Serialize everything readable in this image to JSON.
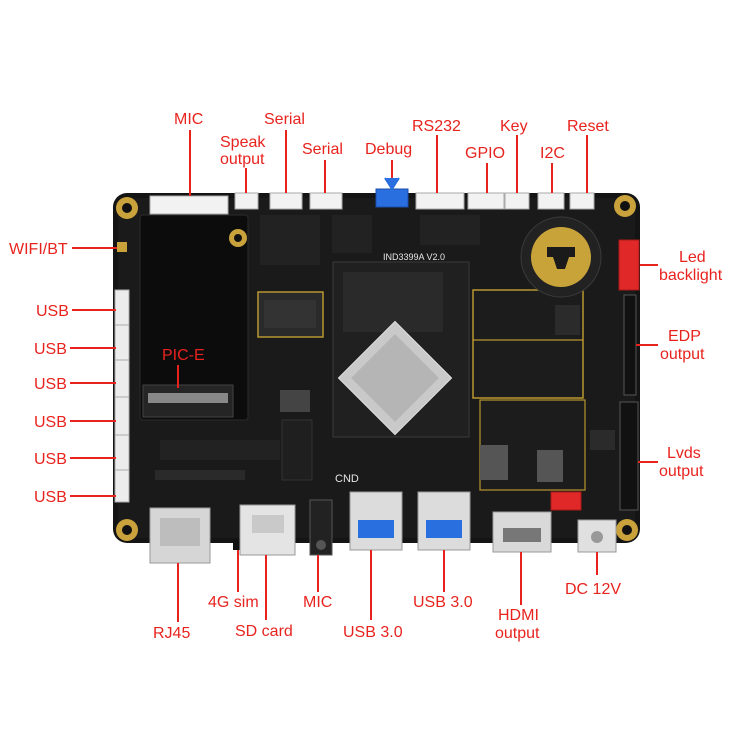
{
  "board": {
    "model_text": "IND3399A V2.0",
    "pcie_text": "PIC-E",
    "mark_text": "CND"
  },
  "labels": {
    "mic_top": "MIC",
    "speak": [
      "Speak",
      "output"
    ],
    "serial_1": "Serial",
    "serial_2": "Serial",
    "debug": "Debug",
    "rs232": "RS232",
    "gpio": "GPIO",
    "key": "Key",
    "i2c": "I2C",
    "reset": "Reset",
    "wifi_bt": "WIFI/BT",
    "usb_left": [
      "USB",
      "USB",
      "USB",
      "USB",
      "USB",
      "USB"
    ],
    "led_backlight": [
      "Led",
      "backlight"
    ],
    "edp": [
      "EDP",
      "output"
    ],
    "lvds": [
      "Lvds",
      "output"
    ],
    "sim_4g": "4G sim",
    "rj45": "RJ45",
    "sd_card": "SD card",
    "mic_bottom": "MIC",
    "usb3_a": "USB 3.0",
    "usb3_b": "USB 3.0",
    "hdmi": [
      "HDMI",
      "output"
    ],
    "dc": "DC 12V"
  },
  "colors": {
    "label": "#e8231e",
    "board": "#141414",
    "connector_white": "#f2f2f2",
    "usb3_blue": "#2a6fe0",
    "led_red": "#e02828",
    "mount_gold": "#caa23c"
  }
}
